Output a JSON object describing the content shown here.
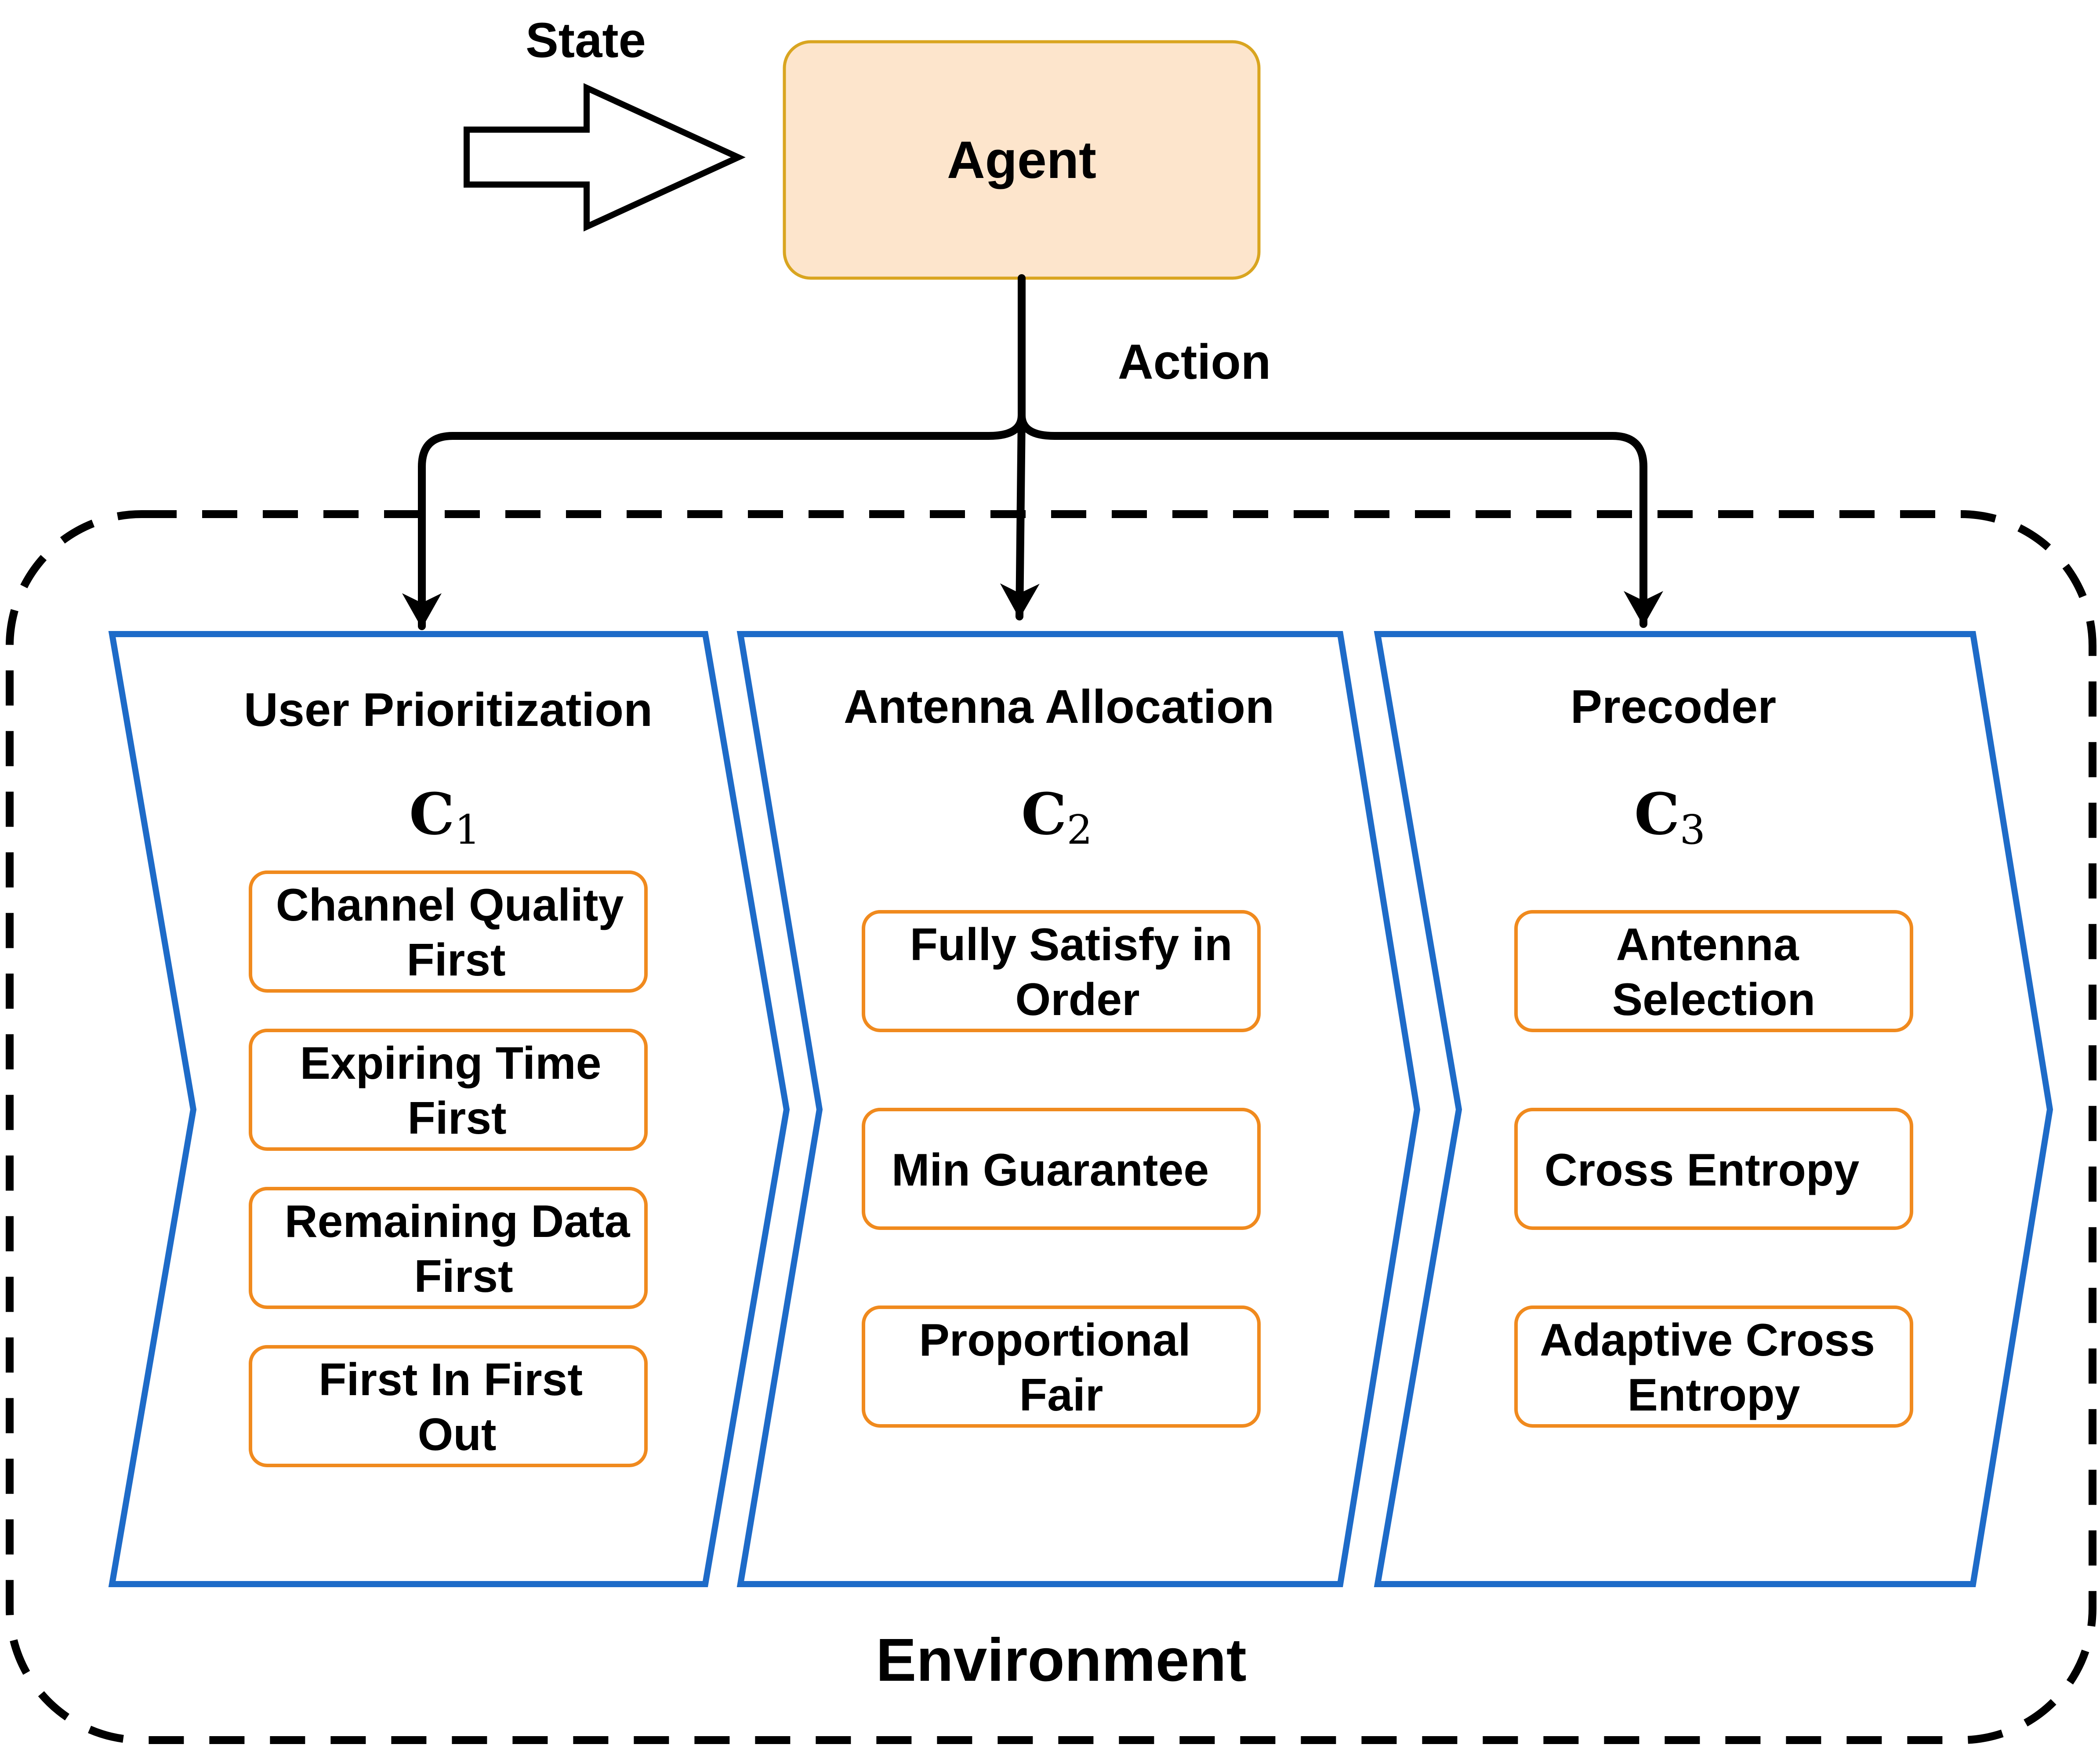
{
  "state_label": "State",
  "agent_label": "Agent",
  "action_label": "Action",
  "environment_label": "Environment",
  "colors": {
    "agent_fill": "#fde5cc",
    "agent_border": "#d9a520",
    "stage_border": "#1e6bc8",
    "option_border": "#f08a1e",
    "line": "#000000"
  },
  "stages": [
    {
      "title": "User Prioritization",
      "symbol": "C",
      "subscript": "1",
      "options": [
        [
          "Channel Quality",
          "First"
        ],
        [
          "Expiring Time",
          "First"
        ],
        [
          "Remaining Data",
          "First"
        ],
        [
          "First In First",
          "Out"
        ]
      ]
    },
    {
      "title": "Antenna Allocation",
      "symbol": "C",
      "subscript": "2",
      "options": [
        [
          "Fully Satisfy in",
          "Order"
        ],
        [
          "Min Guarantee"
        ],
        [
          "Proportional",
          "Fair"
        ]
      ]
    },
    {
      "title": "Precoder",
      "symbol": "C",
      "subscript": "3",
      "options": [
        [
          "Antenna",
          "Selection"
        ],
        [
          "Cross Entropy"
        ],
        [
          "Adaptive Cross",
          "Entropy"
        ]
      ]
    }
  ]
}
